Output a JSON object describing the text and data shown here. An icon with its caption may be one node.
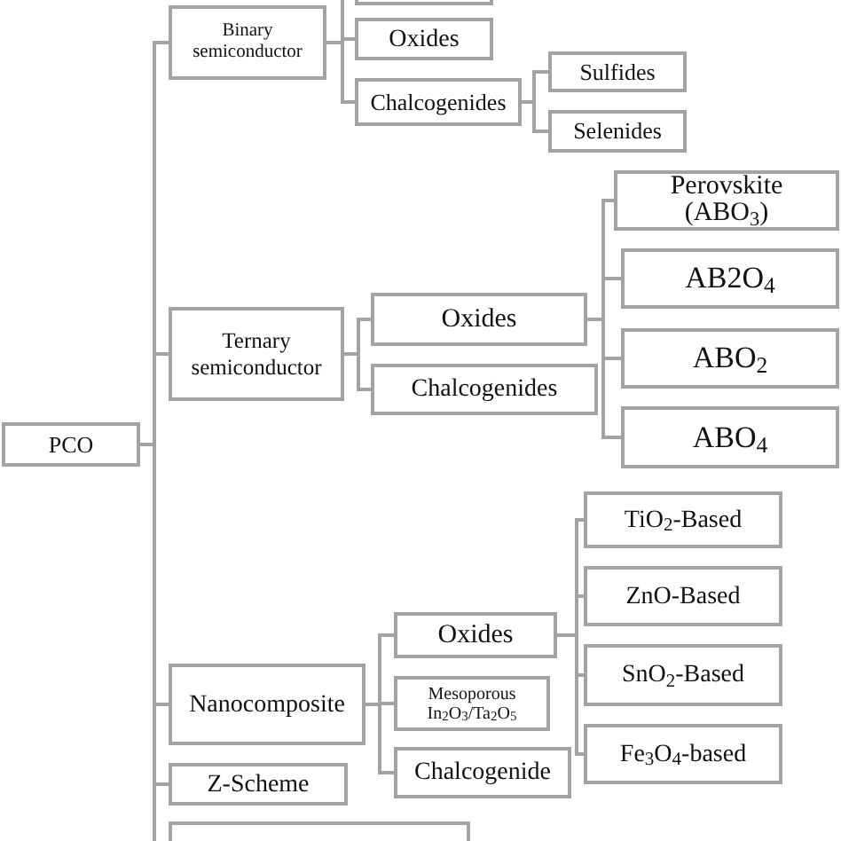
{
  "diagram": {
    "nodes": [
      {
        "text": [
          "PCO"
        ]
      },
      {
        "text": [
          "Binary semiconductor"
        ]
      },
      {
        "text": [],
        "shape": "box"
      },
      {
        "text": [
          "Oxides"
        ]
      },
      {
        "text": [
          "Chalcogenides"
        ]
      },
      {
        "text": [
          "Sulfides"
        ]
      },
      {
        "text": [
          "Selenides"
        ]
      },
      {
        "text": [
          "Ternary semiconductor"
        ]
      },
      {
        "text": [
          "Oxides"
        ]
      },
      {
        "text": [
          "Chalcogenides"
        ]
      },
      {
        "text": [
          "Perovskite (ABO$_{3}$)"
        ]
      },
      {
        "text": [
          "AB2O$_{4}$"
        ]
      },
      {
        "text": [
          "ABO$_{2}$"
        ]
      },
      {
        "text": [
          "ABO$_{4}$"
        ]
      },
      {
        "text": [
          "Nanocomposite"
        ]
      },
      {
        "text": [
          "Oxides"
        ]
      },
      {
        "text": [
          "Mesoporous In$_{2}$O$_{3}$/Ta$_{2}$O$_{5}$"
        ]
      },
      {
        "text": [
          "Chalcogenide"
        ]
      },
      {
        "text": [
          "TiO$_{2}$-Based"
        ]
      },
      {
        "text": [
          "ZnO-Based"
        ]
      },
      {
        "text": [
          "SnO$_{2}$-Based"
        ]
      },
      {
        "text": [
          "Fe$_{3}$O$_{4}$-based"
        ]
      },
      {
        "text": [
          "Z-Scheme"
        ]
      },
      {
        "text": [],
        "shape": "box"
      }
    ],
    "edges": [
      {
        "from": 0,
        "to": 1,
        "arrow": "none"
      },
      {
        "from": 0,
        "to": 7,
        "arrow": "none"
      },
      {
        "from": 0,
        "to": 14,
        "arrow": "none"
      },
      {
        "from": 0,
        "to": 22,
        "arrow": "none"
      },
      {
        "from": 0,
        "to": 23,
        "arrow": "none"
      },
      {
        "from": 1,
        "to": 2,
        "arrow": "none"
      },
      {
        "from": 1,
        "to": 3,
        "arrow": "none"
      },
      {
        "from": 1,
        "to": 4,
        "arrow": "none"
      },
      {
        "from": 4,
        "to": 5,
        "arrow": "none"
      },
      {
        "from": 4,
        "to": 6,
        "arrow": "none"
      },
      {
        "from": 7,
        "to": 8,
        "arrow": "none"
      },
      {
        "from": 7,
        "to": 9,
        "arrow": "none"
      },
      {
        "from": 8,
        "to": 10,
        "arrow": "none"
      },
      {
        "from": 8,
        "to": 11,
        "arrow": "none"
      },
      {
        "from": 8,
        "to": 12,
        "arrow": "none"
      },
      {
        "from": 8,
        "to": 13,
        "arrow": "none"
      },
      {
        "from": 14,
        "to": 15,
        "arrow": "none"
      },
      {
        "from": 14,
        "to": 16,
        "arrow": "none"
      },
      {
        "from": 14,
        "to": 17,
        "arrow": "none"
      },
      {
        "from": 15,
        "to": 18,
        "arrow": "none"
      },
      {
        "from": 15,
        "to": 19,
        "arrow": "none"
      },
      {
        "from": 15,
        "to": 20,
        "arrow": "none"
      },
      {
        "from": 15,
        "to": 21,
        "arrow": "none"
      }
    ]
  }
}
